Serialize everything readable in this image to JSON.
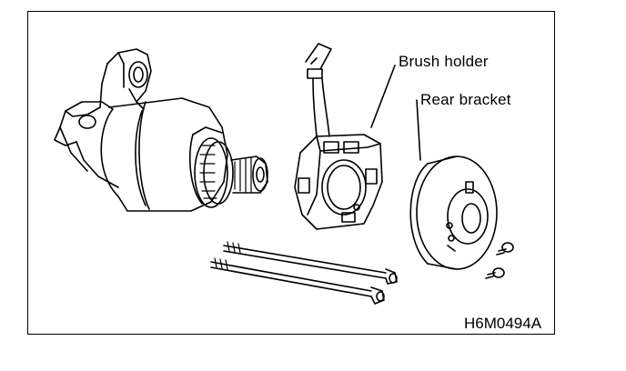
{
  "labels": {
    "brush_holder": "Brush holder",
    "rear_bracket": "Rear bracket"
  },
  "figure_id": "H6M0494A"
}
